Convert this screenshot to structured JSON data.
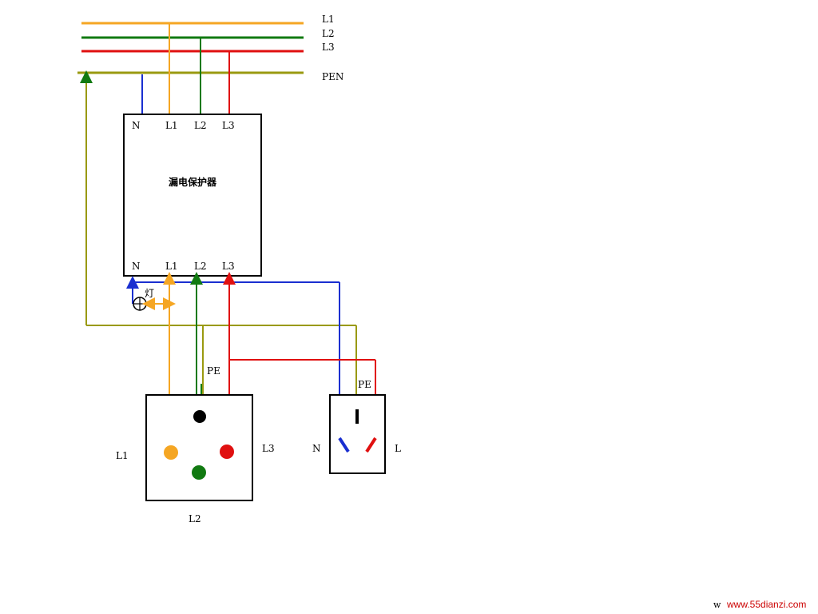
{
  "bus": {
    "l1_label": "L1",
    "l2_label": "L2",
    "l3_label": "L3",
    "pen_label": "PEN"
  },
  "rcd": {
    "title": "漏电保护器",
    "top_terminals": [
      "N",
      "L1",
      "L2",
      "L3"
    ],
    "bottom_terminals": [
      "N",
      "L1",
      "L2",
      "L3"
    ]
  },
  "lamp_label": "灯",
  "three_phase_socket": {
    "pe_label": "PE",
    "l1_label": "L1",
    "l2_label": "L2",
    "l3_label": "L3"
  },
  "single_phase_socket": {
    "pe_label": "PE",
    "n_label": "N",
    "l_label": "L"
  },
  "watermark": {
    "prefix": "w",
    "site": "www.55dianzi.com"
  },
  "colors": {
    "l1": "#f5a623",
    "l2": "#117a11",
    "l3": "#e01010",
    "pen": "#9a9a10",
    "neutral": "#1a2fd0",
    "black": "#000000"
  }
}
